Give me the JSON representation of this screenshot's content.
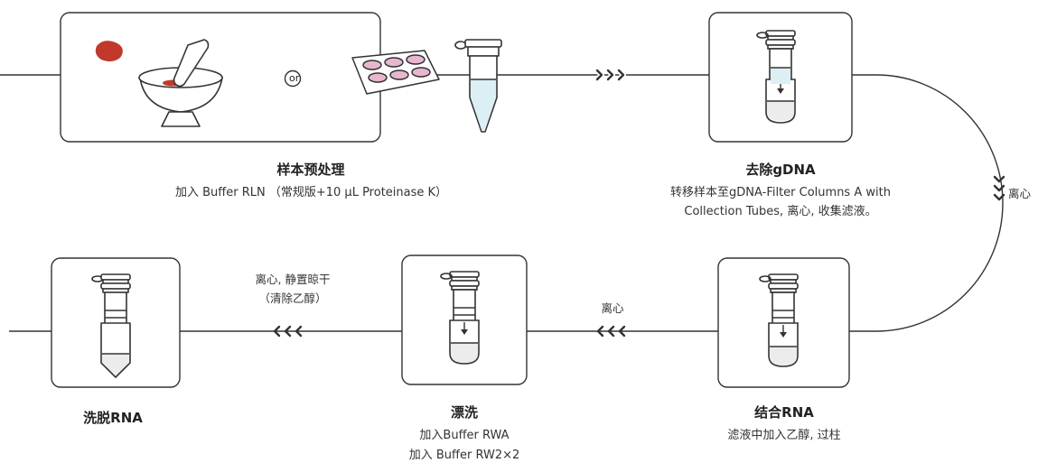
{
  "steps": {
    "pretreat": {
      "title": "样本预处理",
      "desc": "加入 Buffer RLN （常规版+10 μL Proteinase K）",
      "or_label": "or"
    },
    "remove_gdna": {
      "title": "去除gDNA",
      "desc_line1": "转移样本至gDNA-Filter Columns A with",
      "desc_line2": "Collection Tubes, 离心, 收集滤液。"
    },
    "bind": {
      "title": "结合RNA",
      "desc": "滤液中加入乙醇, 过柱"
    },
    "wash": {
      "title": "漂洗",
      "desc_line1": "加入Buffer RWA",
      "desc_line2": "加入 Buffer RW2×2"
    },
    "elute": {
      "title": "洗脱RNA"
    }
  },
  "connectors": {
    "curve_label": "离心",
    "bind_to_wash_label": "离心",
    "wash_to_elute_line1": "离心, 静置晾干",
    "wash_to_elute_line2": "（清除乙醇）"
  },
  "colors": {
    "line": "#333333",
    "tissue": "#c0392b",
    "plate_well": "#e8b7cf",
    "liquid_blue": "#dbeff5",
    "liquid_gray": "#ececec"
  }
}
